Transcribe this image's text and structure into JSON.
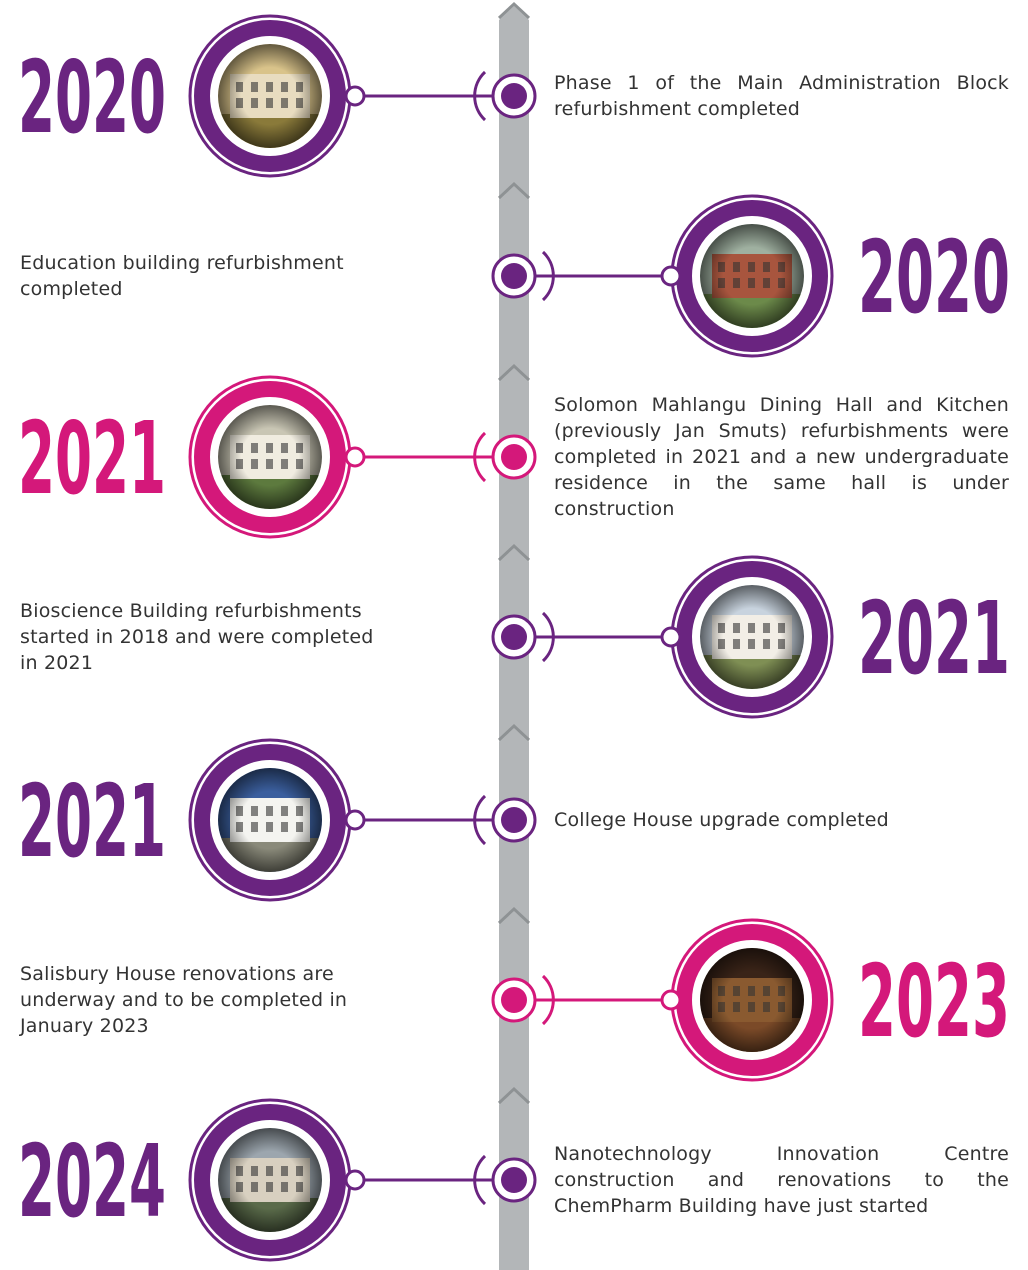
{
  "colors": {
    "purple": "#6a2480",
    "magenta": "#d4187a",
    "spine": "#b3b6b8",
    "spine_dark": "#8e9294",
    "text": "#333333"
  },
  "events": [
    {
      "year": "2020",
      "description": "Phase 1 of the Main Administration Block refurbishment completed",
      "color": "purple",
      "side": "left",
      "photo": "main-administration-block-photo"
    },
    {
      "year": "2020",
      "description": "Education building refurbishment completed",
      "color": "purple",
      "side": "right",
      "photo": "education-building-photo"
    },
    {
      "year": "2021",
      "description": "Solomon Mahlangu Dining Hall and Kitchen (previously Jan Smuts) refurbishments were completed in 2021 and a new undergraduate residence in the same hall is under construction",
      "color": "magenta",
      "side": "left",
      "photo": "dining-hall-photo"
    },
    {
      "year": "2021",
      "description": "Bioscience Building refurbishments started in 2018 and were completed in 2021",
      "color": "purple",
      "side": "right",
      "photo": "bioscience-building-photo"
    },
    {
      "year": "2021",
      "description": "College House upgrade completed",
      "color": "purple",
      "side": "left",
      "photo": "college-house-photo"
    },
    {
      "year": "2023",
      "description": "Salisbury House renovations are underway and to be completed in January 2023",
      "color": "magenta",
      "side": "right",
      "photo": "salisbury-house-photo"
    },
    {
      "year": "2024",
      "description": "Nanotechnology Innovation Centre construction and renovations to the ChemPharm Building have just started",
      "color": "purple",
      "side": "left",
      "photo": "chempharm-building-photo"
    }
  ]
}
